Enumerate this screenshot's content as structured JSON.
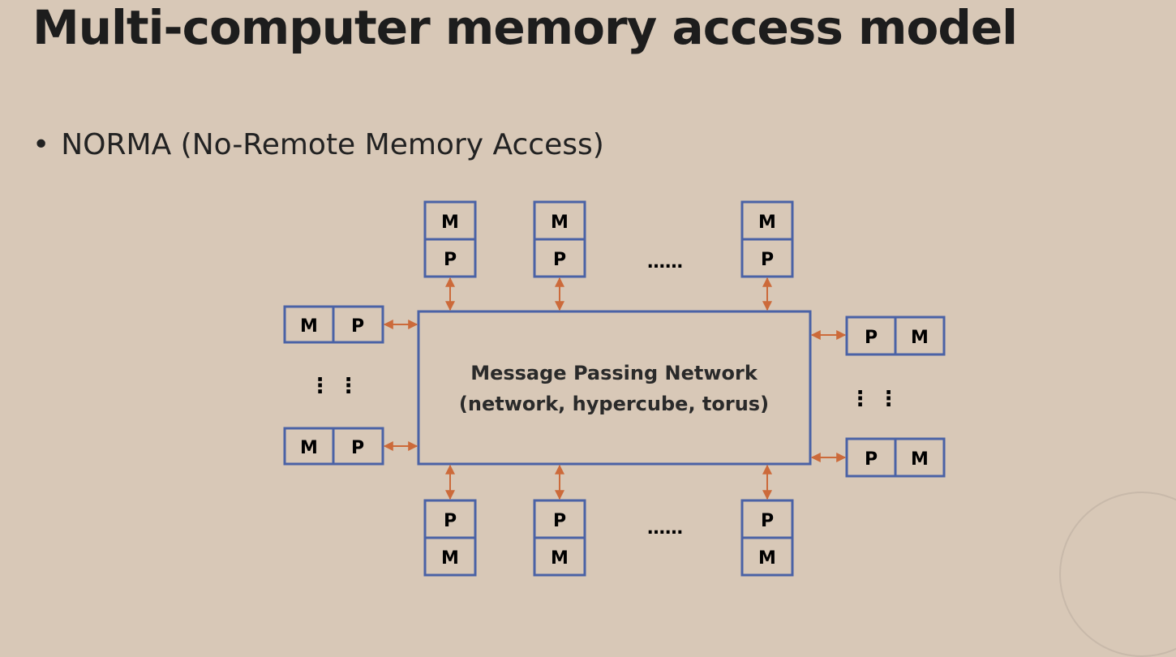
{
  "slide": {
    "title": "Multi-computer memory access model",
    "bullet": "NORMA (No-Remote Memory Access)"
  },
  "diagram": {
    "network_line1": "Message Passing Network",
    "network_line2": "(network, hypercube, torus)",
    "memory_label": "M",
    "processor_label": "P",
    "ellipsis": "……",
    "vertical_ellipsis": "⋮ ⋮"
  },
  "colors": {
    "background": "#d8c8b7",
    "box_stroke": "#4a62a6",
    "arrow": "#cc6a3a"
  }
}
